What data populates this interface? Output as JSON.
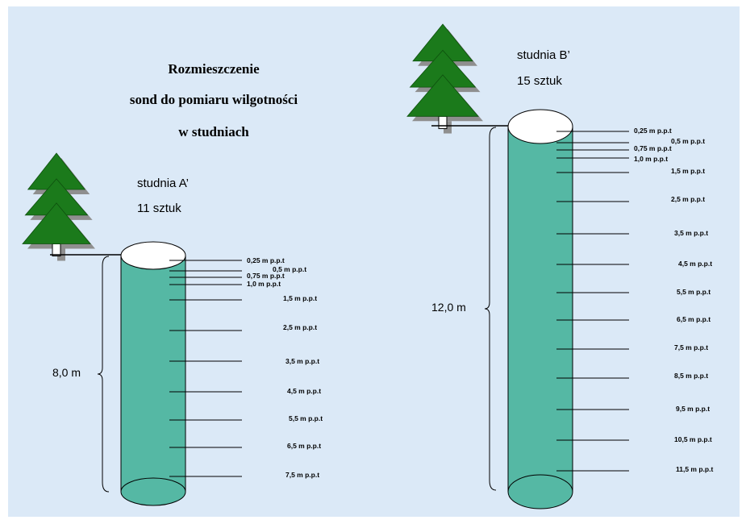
{
  "title": {
    "lines": [
      "Rozmieszczenie",
      "sond do pomiaru wilgotności",
      "w studniach"
    ]
  },
  "colors": {
    "background": "#dbe9f7",
    "well_fill": "#55b8a4",
    "tree": "#1b7a1b",
    "tree_shadow": "#8f8f8f"
  },
  "wells": [
    {
      "id": "A",
      "name": "studnia A’",
      "count_label": "11 sztuk",
      "height_label": "8,0 m",
      "probes": [
        "0,25 m p.p.t",
        "0,5 m p.p.t",
        "0,75 m p.p.t",
        "1,0 m p.p.t",
        "1,5 m p.p.t",
        "2,5 m p.p.t",
        "3,5 m p.p.t",
        "4,5 m p.p.t",
        "5,5 m p.p.t",
        "6,5 m p.p.t",
        "7,5 m p.p.t"
      ]
    },
    {
      "id": "B",
      "name": "studnia B’",
      "count_label": "15 sztuk",
      "height_label": "12,0 m",
      "probes": [
        "0,25 m p.p.t",
        "0,5 m p.p.t",
        "0,75 m p.p.t",
        "1,0 m p.p.t",
        "1,5 m p.p.t",
        "2,5 m p.p.t",
        "3,5 m p.p.t",
        "4,5 m p.p.t",
        "5,5 m p.p.t",
        "6,5 m p.p.t",
        "7,5 m p.p.t",
        "8,5 m p.p.t",
        "9,5 m p.p.t",
        "10,5 m p.p.t",
        "11,5 m p.p.t"
      ]
    }
  ]
}
